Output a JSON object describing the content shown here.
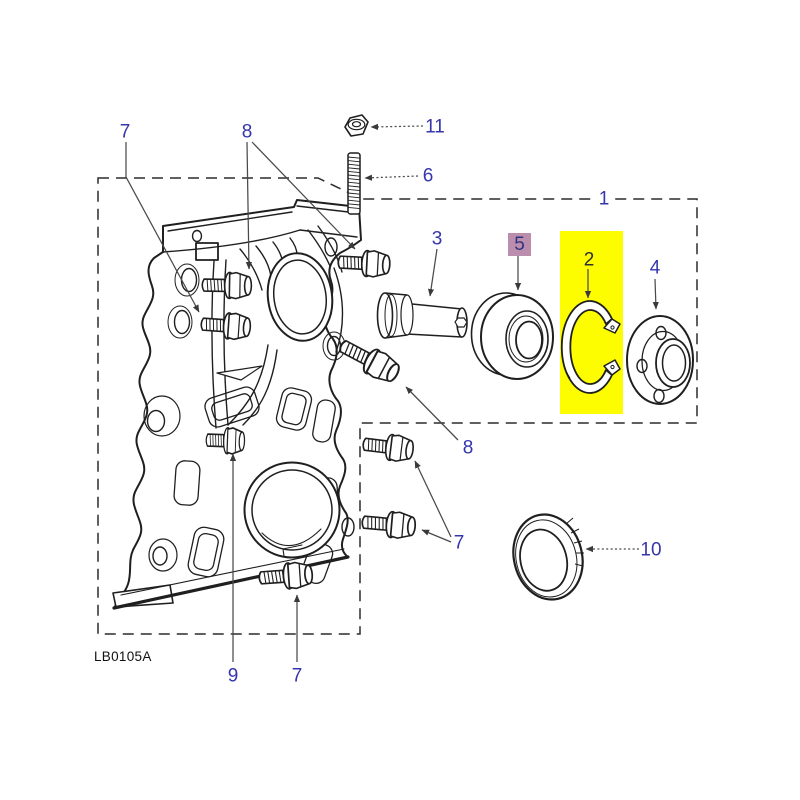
{
  "figure": {
    "code": "LB0105A",
    "callouts": {
      "group_box": {
        "label": "1"
      },
      "circlip": {
        "label": "2"
      },
      "spigot_shaft": {
        "label": "3"
      },
      "hub_flange": {
        "label": "4"
      },
      "bearing": {
        "label": "5"
      },
      "stud": {
        "label": "6"
      },
      "bolt_top_left": {
        "label": "7"
      },
      "bolt_mid_right": {
        "label": "7"
      },
      "bolt_bottom": {
        "label": "7"
      },
      "bolt_upper": {
        "label": "8"
      },
      "bolt_mid": {
        "label": "8"
      },
      "bolt_center": {
        "label": "9"
      },
      "oil_seal": {
        "label": "10"
      },
      "nut": {
        "label": "11"
      }
    },
    "colors": {
      "group_highlight": "#FDFD00",
      "part_highlight": "#BC8EAE",
      "callout_blue": "#3535AD",
      "callout_dark": "#2E2E2E",
      "line_art": "#1F1F1F"
    }
  }
}
